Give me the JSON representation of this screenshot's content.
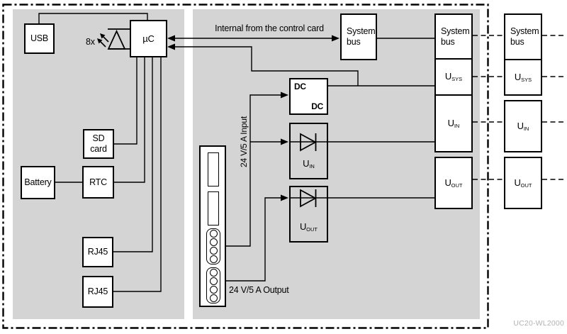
{
  "watermark": "UC20-WL2000",
  "texts": {
    "internal": "Internal from the control card",
    "input_24v": "24 V/5 A Input",
    "output_24v": "24 V/5 A Output",
    "led_count": "8x"
  },
  "left": {
    "usb": "USB",
    "mcu": "µC",
    "sd1": "SD",
    "sd2": "card",
    "battery": "Battery",
    "rtc": "RTC",
    "rj45a": "RJ45",
    "rj45b": "RJ45"
  },
  "mid": {
    "sys1": "System",
    "sys2": "bus",
    "dc_top": "DC",
    "dc_bottom": "DC",
    "uin_base": "U",
    "uin_sub": "IN",
    "uout_base": "U",
    "uout_sub": "OUT"
  },
  "inner_col": {
    "sys1": "System",
    "sys2": "bus",
    "usys_base": "U",
    "usys_sub": "SYS",
    "uin_base": "U",
    "uin_sub": "IN",
    "uout_base": "U",
    "uout_sub": "OUT"
  },
  "outer_col": {
    "sys1": "System",
    "sys2": "bus",
    "usys_base": "U",
    "usys_sub": "SYS",
    "uin_base": "U",
    "uin_sub": "IN",
    "uout_base": "U",
    "uout_sub": "OUT"
  },
  "colors": {
    "panel_gray": "#d4d4d4",
    "line_black": "#000000",
    "box_white": "#ffffff",
    "watermark_gray": "#b2b2b2"
  }
}
